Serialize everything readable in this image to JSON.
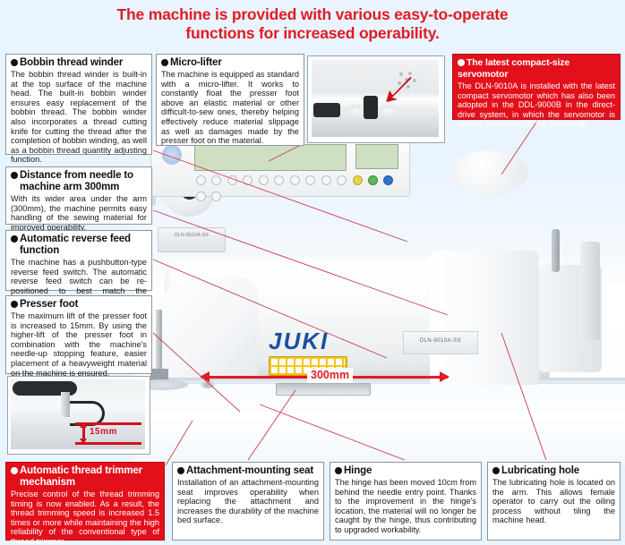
{
  "headline": {
    "line1": "The machine is provided with various easy-to-operate",
    "line2": "functions for increased operability."
  },
  "features": [
    {
      "id": "bobbin",
      "title": "Bobbin thread winder",
      "body": "The bobbin thread winder is built-in at the top surface of the machine head. The built-in bobbin winder ensures easy replacement of the bobbin thread. The bobbin winder also incorporates a thread cutting knife for cutting the thread after the completion of bobbin winding, as well as a bobbin thread quantity adjusting function.",
      "style": "white"
    },
    {
      "id": "distance",
      "title": "Distance from needle to",
      "title2": "machine arm 300mm",
      "body": "With its wider area under the arm (300mm), the machine permits easy handling of the sewing material for improved operability.",
      "style": "white"
    },
    {
      "id": "reverse",
      "title": "Automatic reverse feed",
      "title2": "function",
      "body": "The machine has a pushbutton-type reverse feed switch. The automatic reverse feed switch can be re-positioned to best match the operator.",
      "style": "white"
    },
    {
      "id": "presser",
      "title": "Presser foot",
      "body": "The maximum lift of the presser foot is increased to 15mm. By using the higher-lift of the presser foot in combination with the machine's needle-up stopping feature, easier placement of a heavyweight material on the machine is ensured.",
      "style": "white"
    },
    {
      "id": "trimmer",
      "title": "Automatic thread trimmer",
      "title2": "mechanism",
      "body": "Precise control of the thread trimming timing is now enabled. As a result, the thread trimming speed is increased 1.5 times or more while maintaining the high reliability of the conventional type of thread trimmer.",
      "style": "red"
    },
    {
      "id": "microlifter",
      "title": "Micro-lifter",
      "body": "The machine is equipped as standard with a micro-lifter. It works to constantly float the presser foot above an elastic material or other difficult-to-sew ones, thereby helping effectively reduce material slippage as well as damages made by the presser foot on the material.",
      "style": "white"
    },
    {
      "id": "servomotor",
      "title": "The latest compact-size servomotor",
      "body": "The DLN-9010A is installed with the latest compact servomotor which has also been adopted in the DDL-9000B in the direct-drive system, in which the servomotor is directly connected to the main shaft.",
      "style": "red"
    },
    {
      "id": "attachment",
      "title": "Attachment-mounting seat",
      "body": "Installation of an attachment-mounting seat improves operability when replacing the attachment and increases the durability of the machine bed surface.",
      "style": "white"
    },
    {
      "id": "hinge",
      "title": "Hinge",
      "body": "The hinge has been moved 10cm from behind the needle entry point. Thanks to the improvement in the hinge's location, the material will no longer be caught by the hinge, thus contributing to upgraded workability.",
      "style": "white"
    },
    {
      "id": "lubricating",
      "title": "Lubricating hole",
      "body": "The lubricating hole is located on the arm. This allows female operator to carry out the oiling process without tiling the machine head.",
      "style": "white"
    }
  ],
  "annotations": {
    "dimension_300mm": "300mm",
    "presser_lift_15mm": "15mm"
  },
  "machine": {
    "brand_logo": "JUKI",
    "model_plate": "DLN-9010A-SS",
    "panel_brand": "JUKI",
    "arm_plate_text": "DLN-9010A"
  },
  "colors": {
    "background": "#e9f4fe",
    "accent_red": "#e01b24",
    "callout_red": "#e2101b",
    "brand_blue": "#1c4fa0",
    "leader_line": "#c83c50",
    "box_border": "#8d959c"
  }
}
